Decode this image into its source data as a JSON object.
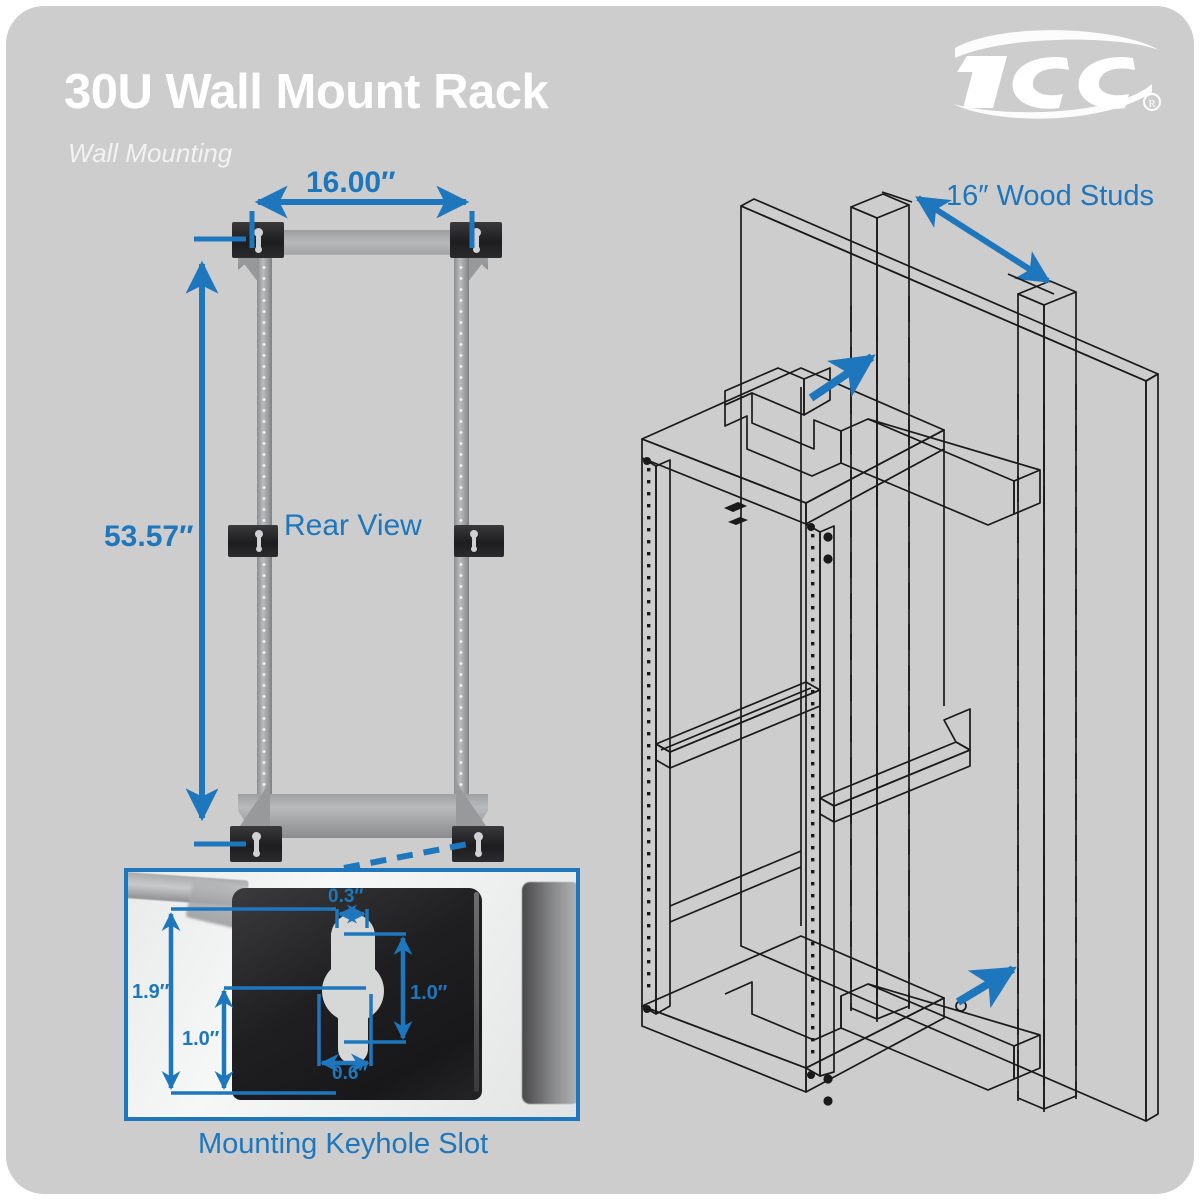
{
  "page": {
    "background_color": "#cdcdcd",
    "accent_blue": "#1e77bd",
    "title": "30U Wall Mount Rack",
    "subtitle": "Wall Mounting"
  },
  "logo": {
    "name": "ICC",
    "text": "ICC",
    "registered_mark": "®",
    "color": "#ffffff"
  },
  "rear_view": {
    "caption": "Rear View",
    "width_dimension": "16.00″",
    "height_dimension": "53.57″"
  },
  "isometric_view": {
    "studs_label": "16″ Wood Studs"
  },
  "keyhole_inset": {
    "caption": "Mounting Keyhole Slot",
    "dimensions": {
      "slot_width": "0.3″",
      "bracket_height": "1.9″",
      "bracket_offset": "1.0″",
      "slot_height": "1.0″",
      "hole_diameter": "0.6″"
    }
  }
}
